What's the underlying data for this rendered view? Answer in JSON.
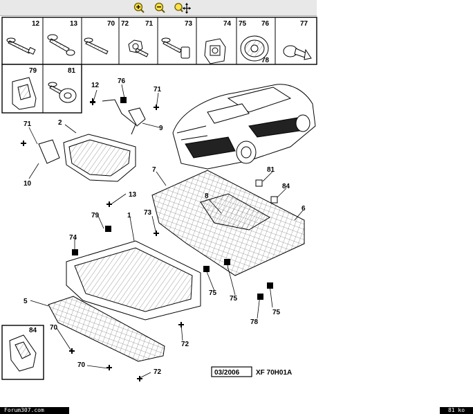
{
  "toolbar": {
    "zoom_in_icon": "zoom-in-icon",
    "zoom_out_icon": "zoom-out-icon",
    "pan_icon": "zoom-pan-icon"
  },
  "parts_header": {
    "cells_row1": [
      "12",
      "13",
      "70",
      "72",
      "71",
      "73",
      "74",
      "75",
      "76",
      "78",
      "77"
    ],
    "cells_row2": [
      "79",
      "81"
    ]
  },
  "callouts": [
    "12",
    "76",
    "71",
    "2",
    "9",
    "71",
    "10",
    "13",
    "7",
    "81",
    "84",
    "8",
    "6",
    "79",
    "1",
    "73",
    "74",
    "75",
    "75",
    "75",
    "78",
    "5",
    "70",
    "72",
    "70",
    "72",
    "84"
  ],
  "reference": {
    "date": "03/2006",
    "code": "XF 70H01A"
  },
  "footer": {
    "left": "Forum307.com",
    "right": "81 ko"
  }
}
